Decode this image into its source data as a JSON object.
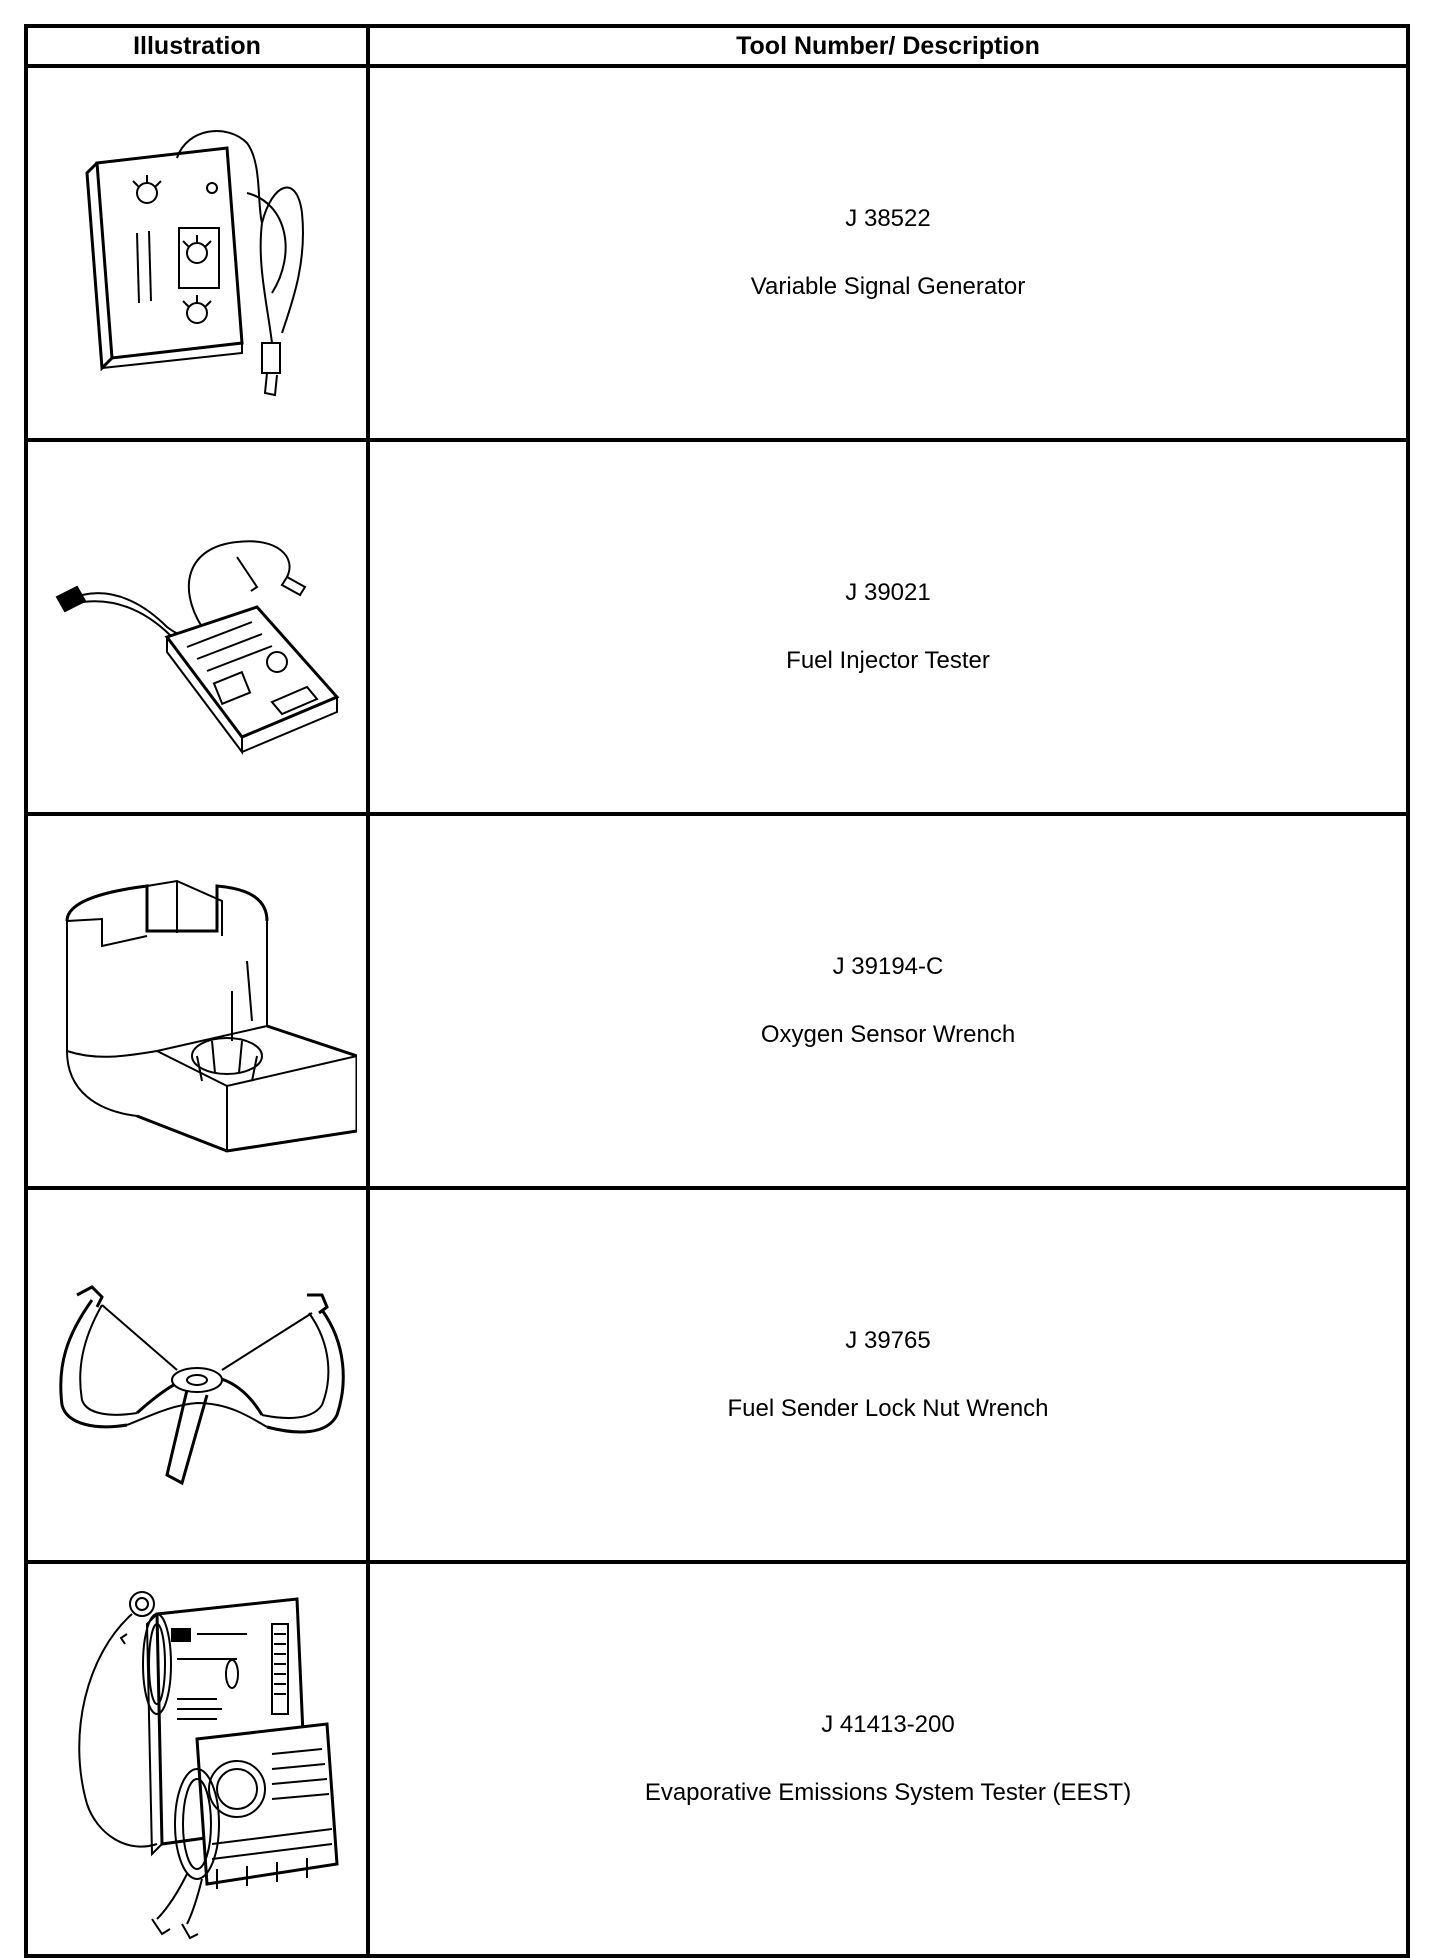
{
  "table": {
    "headers": {
      "illustration": "Illustration",
      "description": "Tool Number/ Description"
    },
    "rows": [
      {
        "number": "J 38522",
        "name": "Variable Signal Generator",
        "icon": "signal-generator-icon"
      },
      {
        "number": "J 39021",
        "name": "Fuel Injector Tester",
        "icon": "injector-tester-icon"
      },
      {
        "number": "J 39194-C",
        "name": "Oxygen Sensor Wrench",
        "icon": "oxygen-sensor-wrench-icon"
      },
      {
        "number": "J 39765",
        "name": "Fuel Sender Lock Nut Wrench",
        "icon": "lock-nut-wrench-icon"
      },
      {
        "number": "J 41413-200",
        "name": "Evaporative Emissions System Tester (EEST)",
        "icon": "emissions-tester-icon"
      }
    ]
  }
}
